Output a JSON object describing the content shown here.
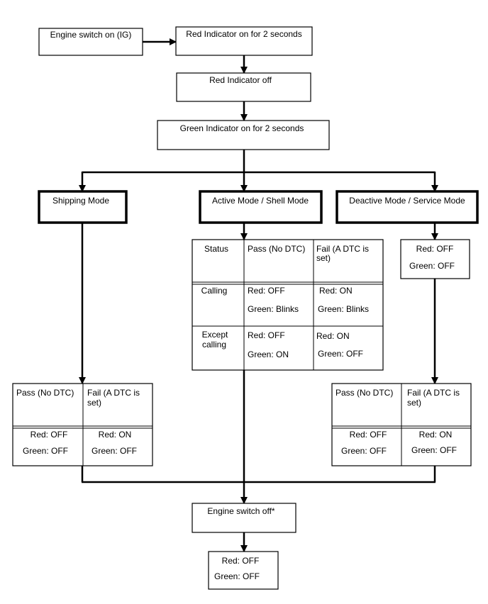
{
  "nodes": {
    "engine_on": "Engine switch on (IG)",
    "red_on": "Red Indicator on for 2 seconds",
    "red_off": "Red Indicator off",
    "green_on": "Green Indicator on for 2 seconds",
    "shipping": "Shipping Mode",
    "active": "Active Mode / Shell Mode",
    "deactive": "Deactive Mode / Service Mode",
    "engine_off": "Engine switch off*"
  },
  "active_table": {
    "h_status": "Status",
    "h_pass": "Pass (No DTC)",
    "h_fail_1": "Fail (A DTC is",
    "h_fail_2": "set)",
    "calling": "Calling",
    "calling_pass_red": "Red: OFF",
    "calling_pass_green": "Green: Blinks",
    "calling_fail_red": "Red: ON",
    "calling_fail_green": "Green: Blinks",
    "except_1": "Except",
    "except_2": "calling",
    "except_pass_red": "Red: OFF",
    "except_pass_green": "Green: ON",
    "except_fail_red": "Red: ON",
    "except_fail_green": "Green: OFF"
  },
  "deactive_state": {
    "red": "Red: OFF",
    "green": "Green: OFF"
  },
  "shipping_table": {
    "h_pass": "Pass (No DTC)",
    "h_fail_1": "Fail (A DTC is",
    "h_fail_2": "set)",
    "pass_red": "Red: OFF",
    "pass_green": "Green: OFF",
    "fail_red": "Red: ON",
    "fail_green": "Green: OFF"
  },
  "deactive_table": {
    "h_pass": "Pass (No DTC)",
    "h_fail_1": "Fail (A DTC is",
    "h_fail_2": "set)",
    "pass_red": "Red: OFF",
    "pass_green": "Green: OFF",
    "fail_red": "Red: ON",
    "fail_green": "Green: OFF"
  },
  "final_state": {
    "red": "Red: OFF",
    "green": "Green: OFF"
  }
}
